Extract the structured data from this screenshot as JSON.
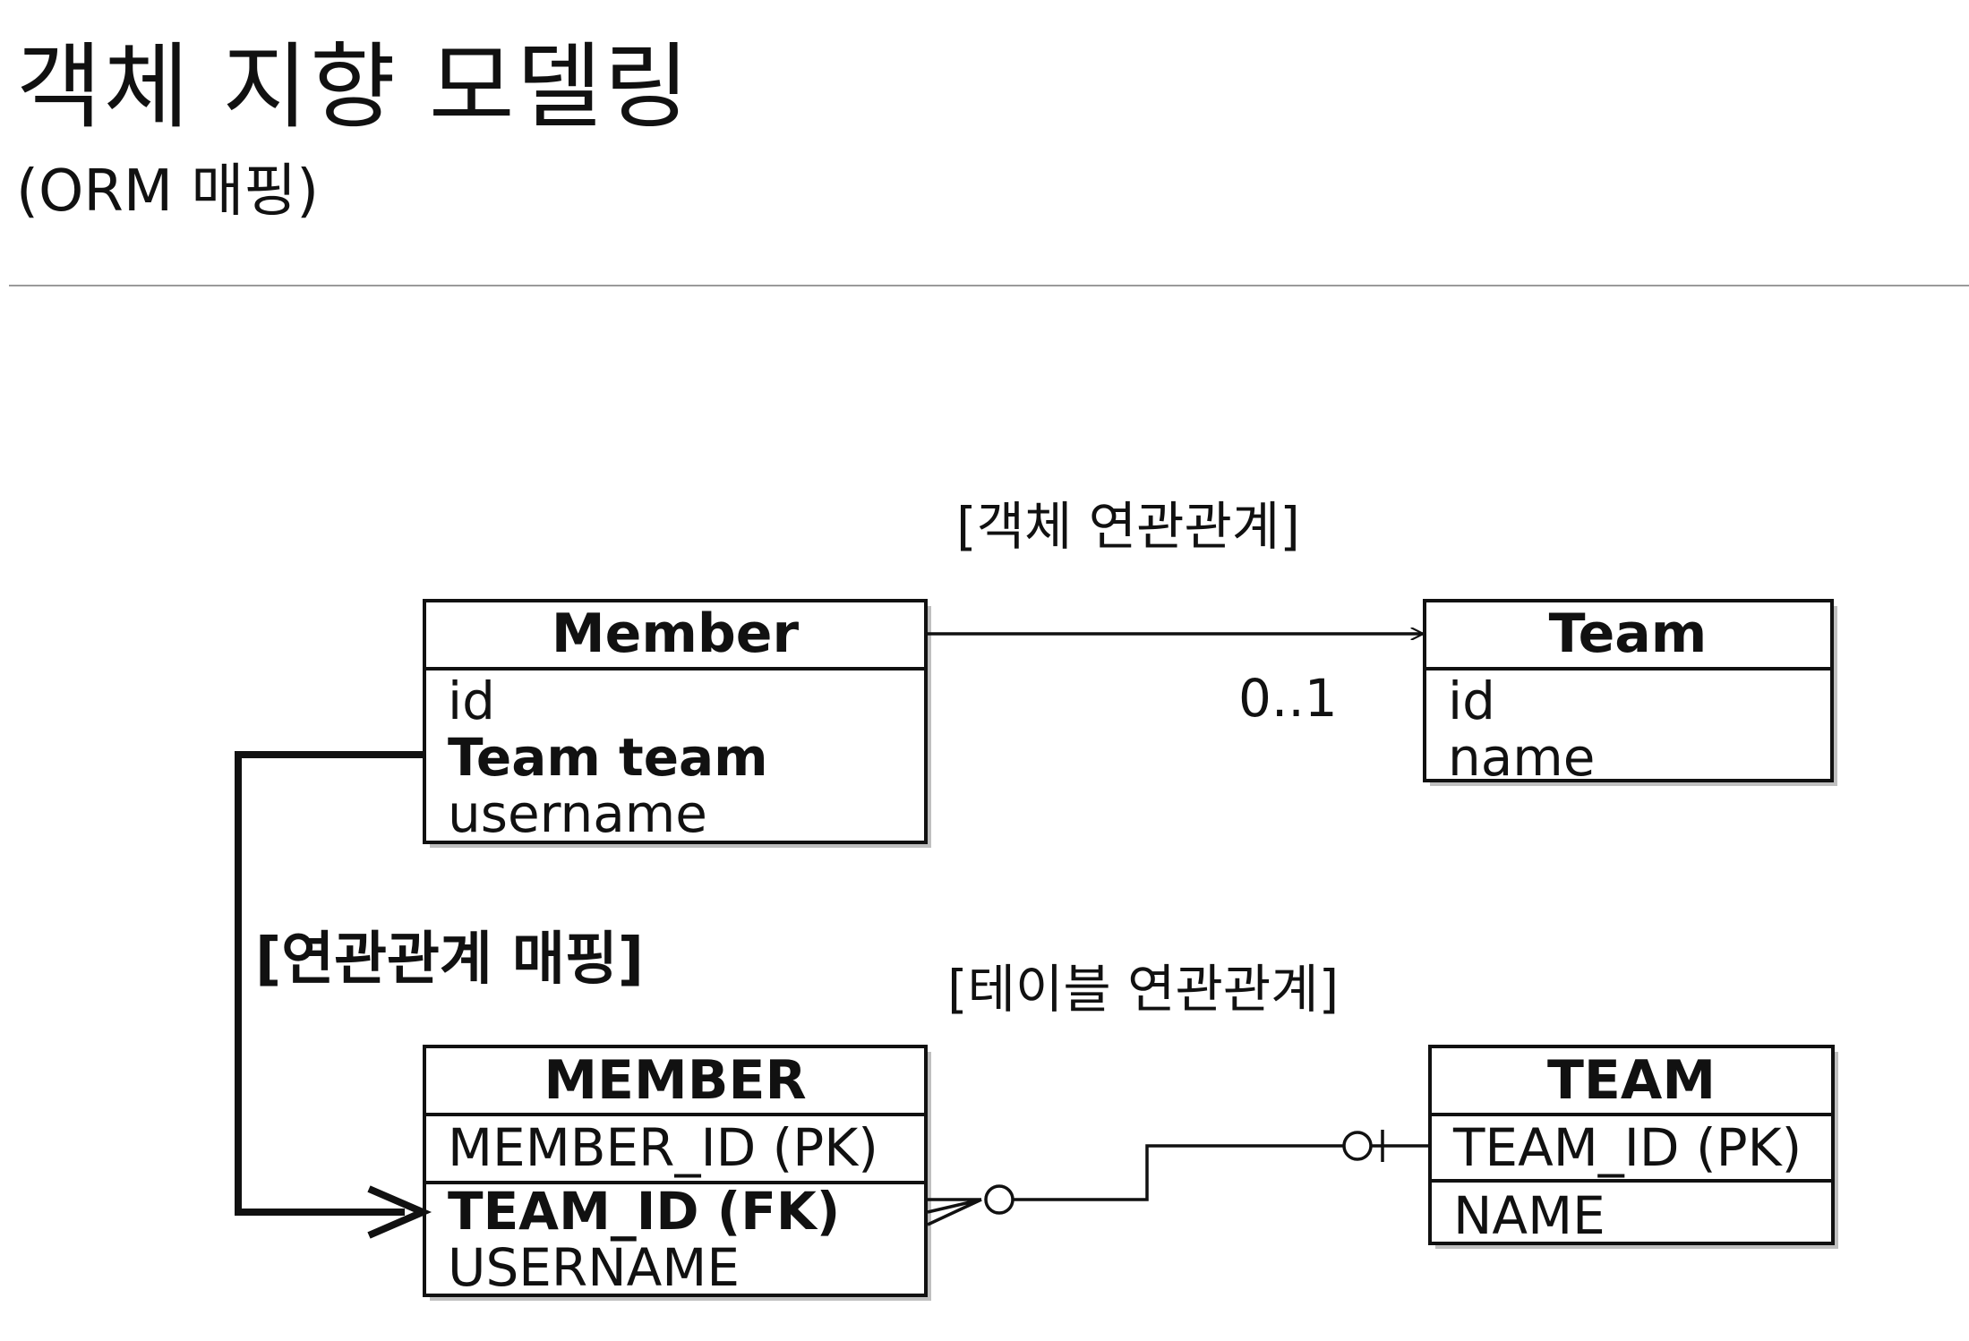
{
  "header": {
    "title": "객체 지향 모델링",
    "subtitle": "(ORM 매핑)"
  },
  "labels": {
    "object_relationship": "[객체 연관관계]",
    "relationship_mapping": "[연관관계 매핑]",
    "table_relationship": "[테이블 연관관계]",
    "multiplicity": "0..1"
  },
  "entities": {
    "member_class": {
      "name": "Member",
      "attributes": [
        "id",
        "Team team",
        "username"
      ]
    },
    "team_class": {
      "name": "Team",
      "attributes": [
        "id",
        "name"
      ]
    },
    "member_table": {
      "name": "MEMBER",
      "attributes": [
        "MEMBER_ID (PK)",
        "TEAM_ID (FK)",
        "USERNAME"
      ]
    },
    "team_table": {
      "name": "TEAM",
      "attributes": [
        "TEAM_ID (PK)",
        "NAME"
      ]
    }
  },
  "colors": {
    "line": "#111111",
    "divider": "#9a9a9a",
    "shadow": "#8a8a8a"
  }
}
